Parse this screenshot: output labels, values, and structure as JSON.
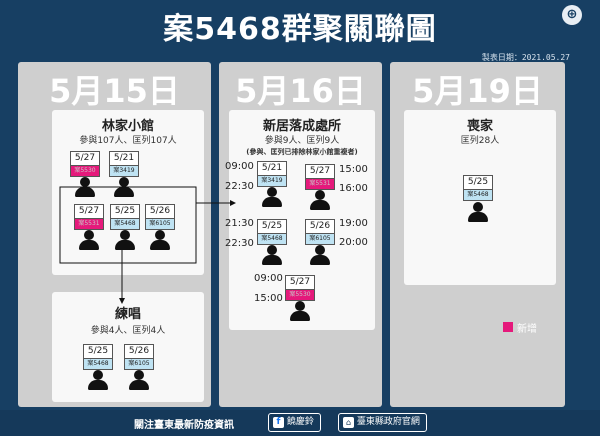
{
  "title": "案5468群聚關聯圖",
  "made_date": "製表日期：2021.05.27",
  "days": {
    "d1": "5月15日",
    "d2": "5月16日",
    "d3": "5月19日"
  },
  "venues": {
    "linjia": {
      "name": "林家小館",
      "sub": "參與107人、匡列107人"
    },
    "lianchang": {
      "name": "練唱",
      "sub": "參與4人、匡列4人"
    },
    "xinju": {
      "name": "新居落成處所",
      "sub": "參與9人、匡列9人",
      "note": "(參與、匡列已排除林家小館重複者)"
    },
    "sangjia": {
      "name": "喪家",
      "sub": "匡列28人"
    }
  },
  "tags": {
    "t1": {
      "date": "5/27",
      "case": "案5530"
    },
    "t2": {
      "date": "5/21",
      "case": "案3419"
    },
    "t3": {
      "date": "5/27",
      "case": "案5531"
    },
    "t4": {
      "date": "5/25",
      "case": "案5468"
    },
    "t5": {
      "date": "5/26",
      "case": "案6105"
    },
    "t6": {
      "date": "5/25",
      "case": "案5468"
    },
    "t7": {
      "date": "5/26",
      "case": "案6105"
    },
    "t8": {
      "date": "5/21",
      "case": "案3419"
    },
    "t9": {
      "date": "5/27",
      "case": "案5531"
    },
    "t10": {
      "date": "5/25",
      "case": "案5468"
    },
    "t11": {
      "date": "5/26",
      "case": "案6105"
    },
    "t12": {
      "date": "5/27",
      "case": "案5530"
    },
    "t13": {
      "date": "5/25",
      "case": "案5468"
    }
  },
  "times": {
    "a1": "09:00",
    "a2": "22:30",
    "b1": "15:00",
    "b2": "16:00",
    "c1": "21:30",
    "c2": "22:30",
    "d1": "19:00",
    "d2": "20:00",
    "e1": "09:00",
    "e2": "15:00"
  },
  "legend": {
    "label": "新增",
    "color": "#e5197b"
  },
  "colors": {
    "background": "#173f63",
    "case_blue": "#bfe3f3",
    "case_pink": "#e5197b"
  },
  "footer": {
    "text": "關注臺東最新防疫資訊",
    "fb_label": "饒慶鈴",
    "gov_label": "臺東縣政府官網",
    "fb_icon": "facebook-icon",
    "gov_icon": "government-icon"
  }
}
